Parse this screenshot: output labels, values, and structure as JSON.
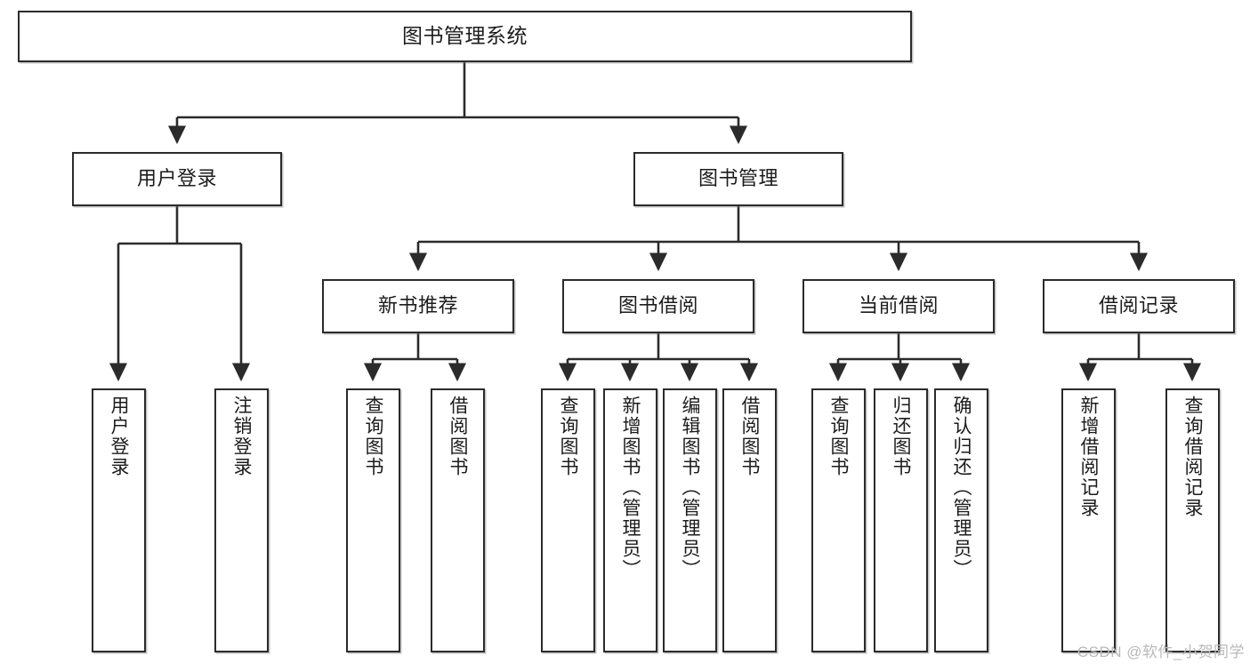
{
  "diagram": {
    "title": "图书管理系统",
    "watermark": "CSDN @软件_小贺同学",
    "colors": {
      "stroke": "#2b2b2b",
      "fill": "#ffffff",
      "text": "#1c1c1c",
      "watermark": "#b9b9b9"
    },
    "nodes": {
      "root": {
        "label": "图书管理系统"
      },
      "level2": [
        {
          "label": "用户登录"
        },
        {
          "label": "图书管理"
        }
      ],
      "level3": [
        {
          "label": "新书推荐"
        },
        {
          "label": "图书借阅"
        },
        {
          "label": "当前借阅"
        },
        {
          "label": "借阅记录"
        }
      ],
      "leaves": [
        {
          "label": "用户登录"
        },
        {
          "label": "注销登录"
        },
        {
          "label": "查询图书"
        },
        {
          "label": "借阅图书"
        },
        {
          "label": "查询图书"
        },
        {
          "label": "新增图书（管理员）"
        },
        {
          "label": "编辑图书（管理员）"
        },
        {
          "label": "借阅图书"
        },
        {
          "label": "查询图书"
        },
        {
          "label": "归还图书"
        },
        {
          "label": "确认归还（管理员）"
        },
        {
          "label": "新增借阅记录"
        },
        {
          "label": "查询借阅记录"
        }
      ]
    }
  }
}
